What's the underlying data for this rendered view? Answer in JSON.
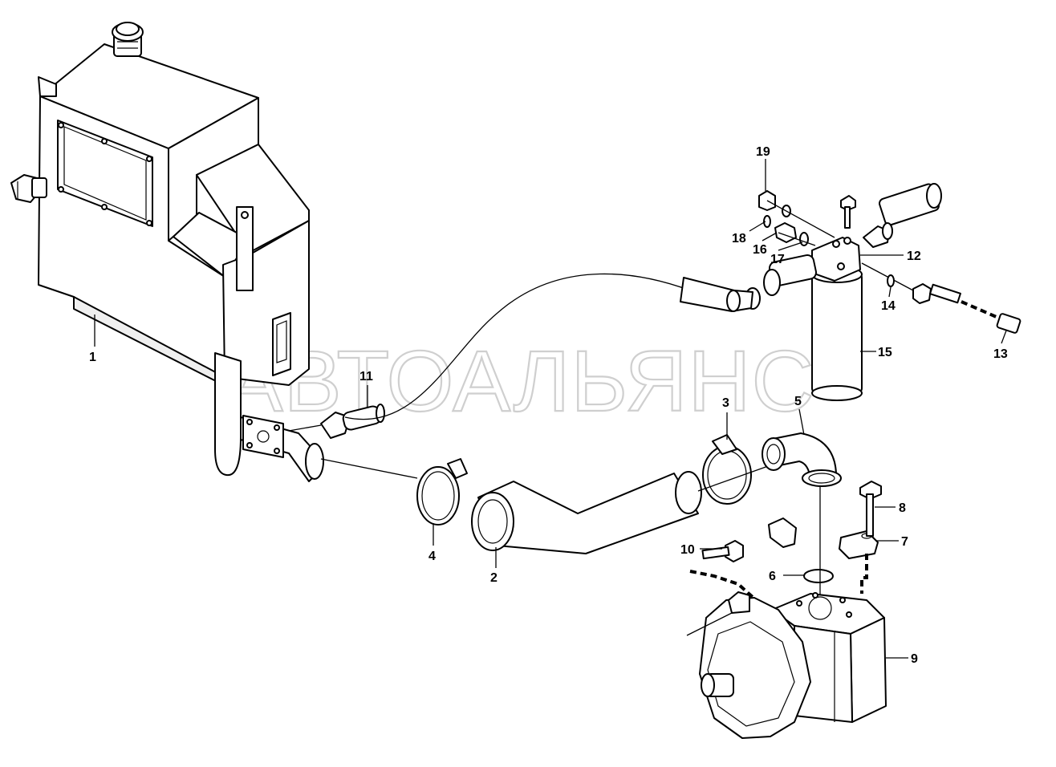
{
  "watermark": "АВТОАЛЬЯНС",
  "callouts": [
    "1",
    "2",
    "3",
    "4",
    "5",
    "6",
    "7",
    "8",
    "9",
    "10",
    "11",
    "12",
    "13",
    "14",
    "15",
    "16",
    "17",
    "18",
    "19"
  ]
}
